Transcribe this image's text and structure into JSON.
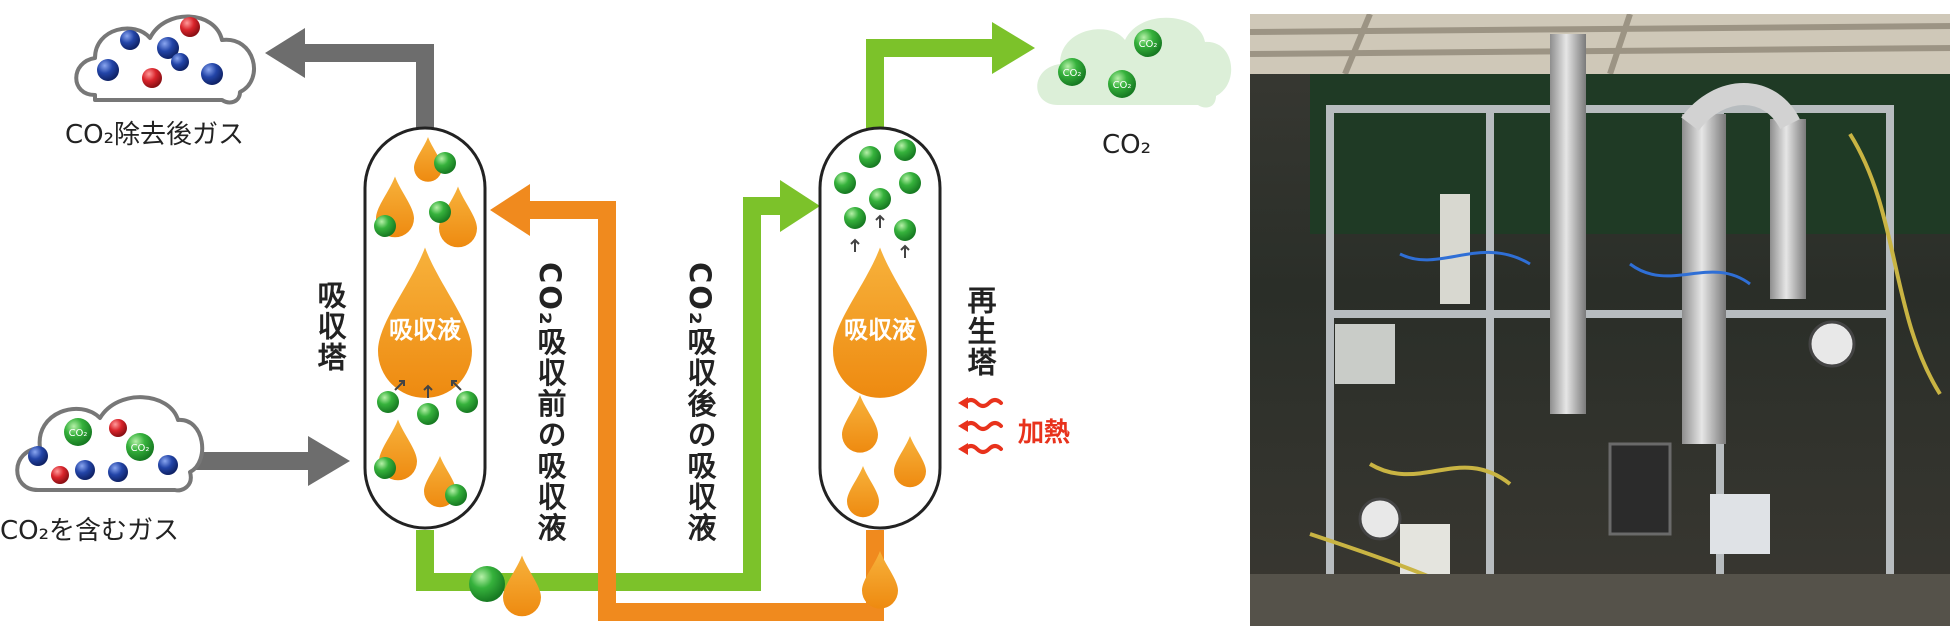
{
  "diagram": {
    "gas_out_label": "CO₂除去後ガス",
    "gas_in_label": "CO₂を含むガス",
    "co2_out_label": "CO₂",
    "absorber_label": "吸収塔",
    "regenerator_label": "再生塔",
    "lean_solution_label": "CO₂吸収前の吸収液",
    "rich_solution_label": "CO₂吸収後の吸収液",
    "solution_label": "吸収液",
    "heat_label": "加熱",
    "molecule_label": "CO₂"
  },
  "colors": {
    "gray_arrow": "#6d6d6d",
    "green_flow": "#7cc22a",
    "orange_flow": "#f08a1e",
    "droplet": "#f39a1a",
    "green_ball": "#2fa535",
    "blue_ball": "#1f3f9e",
    "red_ball": "#d9242b",
    "heat": "#e8321c"
  }
}
